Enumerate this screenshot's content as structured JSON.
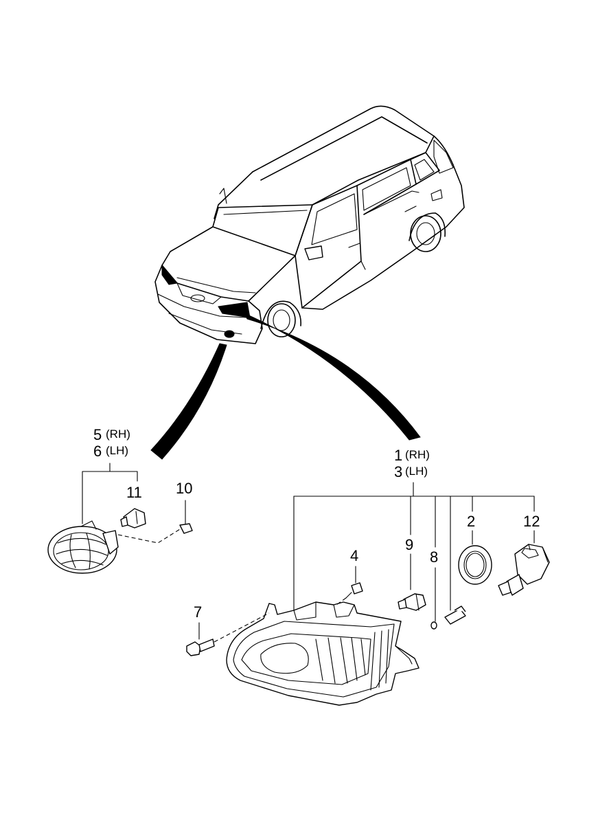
{
  "labels": {
    "p1": "1",
    "p1_side": "(RH)",
    "p3": "3",
    "p3_side": "(LH)",
    "p5": "5",
    "p5_side": "(RH)",
    "p6": "6",
    "p6_side": "(LH)",
    "p2": "2",
    "p4": "4",
    "p7": "7",
    "p8": "8",
    "p9": "9",
    "p10": "10",
    "p11": "11",
    "p12": "12"
  }
}
